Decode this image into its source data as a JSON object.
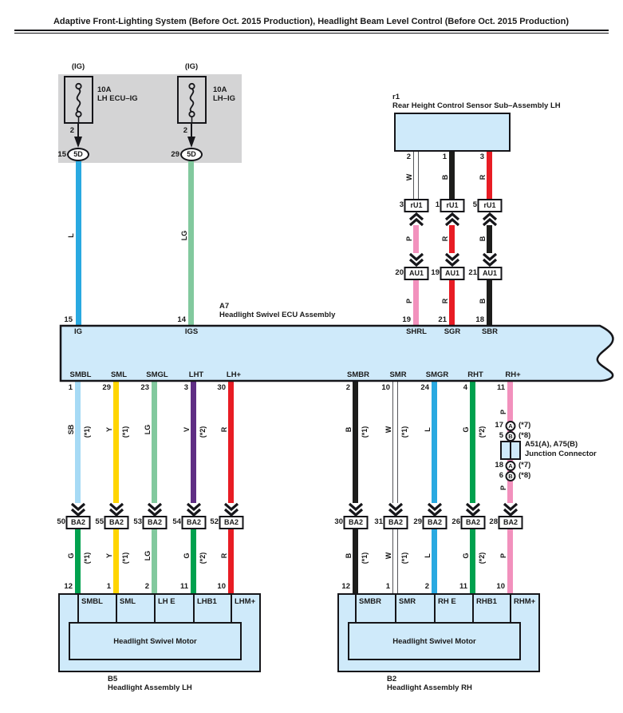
{
  "title": "Adaptive Front-Lighting System (Before Oct. 2015 Production), Headlight Beam Level Control (Before Oct. 2015 Production)",
  "palette": {
    "box_fill": "#cfeafa",
    "panel_gray": "#d4d4d5",
    "L": "#29a9e1",
    "LG": "#82c99e",
    "SB": "#a6daf5",
    "Y": "#ffd500",
    "V": "#5f2e84",
    "R": "#e81c24",
    "B": "#1d1d1b",
    "G": "#00a14e",
    "P": "#f291bd",
    "W": "#ffffff"
  },
  "fuses": [
    {
      "ig": "(IG)",
      "amps": "10A",
      "name": "LH ECU–IG",
      "pin": "2",
      "conn_no": "15",
      "conn": "5D",
      "wire_code": "L"
    },
    {
      "ig": "(IG)",
      "amps": "10A",
      "name": "LH–IG",
      "pin": "2",
      "conn_no": "29",
      "conn": "5D",
      "wire_code": "LG"
    }
  ],
  "r1": {
    "code": "r1",
    "name": "Rear Height Control Sensor Sub–Assembly LH",
    "columns": [
      {
        "pin": "2",
        "code_above": "W",
        "ru1_no": "3",
        "ru1": "rU1",
        "code_mid": "P",
        "au1_no": "20",
        "au1": "AU1",
        "code_below": "P",
        "ecu_pin": "19",
        "ecu_label": "SHRL"
      },
      {
        "pin": "1",
        "code_above": "B",
        "ru1_no": "1",
        "ru1": "rU1",
        "code_mid": "R",
        "au1_no": "19",
        "au1": "AU1",
        "code_below": "R",
        "ecu_pin": "21",
        "ecu_label": "SGR"
      },
      {
        "pin": "3",
        "code_above": "R",
        "ru1_no": "5",
        "ru1": "rU1",
        "code_mid": "B",
        "au1_no": "21",
        "au1": "AU1",
        "code_below": "B",
        "ecu_pin": "18",
        "ecu_label": "SBR"
      }
    ]
  },
  "ecu": {
    "code": "A7",
    "name": "Headlight Swivel ECU Assembly",
    "top_pins": [
      {
        "pin": "15",
        "label": "IG"
      },
      {
        "pin": "14",
        "label": "IGS"
      }
    ]
  },
  "left": {
    "columns": [
      {
        "ecu_label": "SMBL",
        "ecu_pin": "1",
        "code_up": "SB",
        "note_up": "(*1)",
        "ba2_no": "50",
        "ba2": "BA2",
        "code_dn": "G",
        "note_dn": "(*1)",
        "pin": "12",
        "cell": "SMBL"
      },
      {
        "ecu_label": "SML",
        "ecu_pin": "29",
        "code_up": "Y",
        "note_up": "(*1)",
        "ba2_no": "55",
        "ba2": "BA2",
        "code_dn": "Y",
        "note_dn": "(*1)",
        "pin": "1",
        "cell": "SML"
      },
      {
        "ecu_label": "SMGL",
        "ecu_pin": "23",
        "code_up": "LG",
        "note_up": "",
        "ba2_no": "53",
        "ba2": "BA2",
        "code_dn": "LG",
        "note_dn": "",
        "pin": "2",
        "cell": "LH E"
      },
      {
        "ecu_label": "LHT",
        "ecu_pin": "3",
        "code_up": "V",
        "note_up": "(*2)",
        "ba2_no": "54",
        "ba2": "BA2",
        "code_dn": "G",
        "note_dn": "(*2)",
        "pin": "11",
        "cell": "LHB1"
      },
      {
        "ecu_label": "LH+",
        "ecu_pin": "30",
        "code_up": "R",
        "note_up": "",
        "ba2_no": "52",
        "ba2": "BA2",
        "code_dn": "R",
        "note_dn": "",
        "pin": "10",
        "cell": "LHM+"
      }
    ]
  },
  "right": {
    "columns": [
      {
        "ecu_label": "SMBR",
        "ecu_pin": "2",
        "code_up": "B",
        "note_up": "(*1)",
        "ba2_no": "30",
        "ba2": "BA2",
        "code_dn": "B",
        "note_dn": "(*1)",
        "pin": "12",
        "cell": "SMBR"
      },
      {
        "ecu_label": "SMR",
        "ecu_pin": "10",
        "code_up": "W",
        "note_up": "(*1)",
        "ba2_no": "31",
        "ba2": "BA2",
        "code_dn": "W",
        "note_dn": "(*1)",
        "pin": "1",
        "cell": "SMR"
      },
      {
        "ecu_label": "SMGR",
        "ecu_pin": "24",
        "code_up": "L",
        "note_up": "",
        "ba2_no": "29",
        "ba2": "BA2",
        "code_dn": "L",
        "note_dn": "",
        "pin": "2",
        "cell": "RH E"
      },
      {
        "ecu_label": "RHT",
        "ecu_pin": "4",
        "code_up": "G",
        "note_up": "(*2)",
        "ba2_no": "26",
        "ba2": "BA2",
        "code_dn": "G",
        "note_dn": "(*2)",
        "pin": "11",
        "cell": "RHB1"
      },
      {
        "ecu_label": "RH+",
        "ecu_pin": "11",
        "code_up": "P",
        "note_up": "",
        "ba2_no": "28",
        "ba2": "BA2",
        "code_dn": "P",
        "note_dn": "",
        "pin": "10",
        "cell": "RHM+"
      }
    ]
  },
  "junction": {
    "title": "A51(A), A75(B)",
    "subtitle": "Junction Connector",
    "p_above": "P",
    "p_below": "P",
    "rings": [
      {
        "no": "17",
        "letter": "A",
        "note": "(*7)"
      },
      {
        "no": "5",
        "letter": "B",
        "note": "(*8)"
      },
      {
        "no": "18",
        "letter": "A",
        "note": "(*7)"
      },
      {
        "no": "6",
        "letter": "B",
        "note": "(*8)"
      }
    ]
  },
  "assemblies": [
    {
      "code": "B5",
      "name": "Headlight Assembly LH",
      "motor": "Headlight Swivel Motor"
    },
    {
      "code": "B2",
      "name": "Headlight Assembly RH",
      "motor": "Headlight Swivel Motor"
    }
  ]
}
